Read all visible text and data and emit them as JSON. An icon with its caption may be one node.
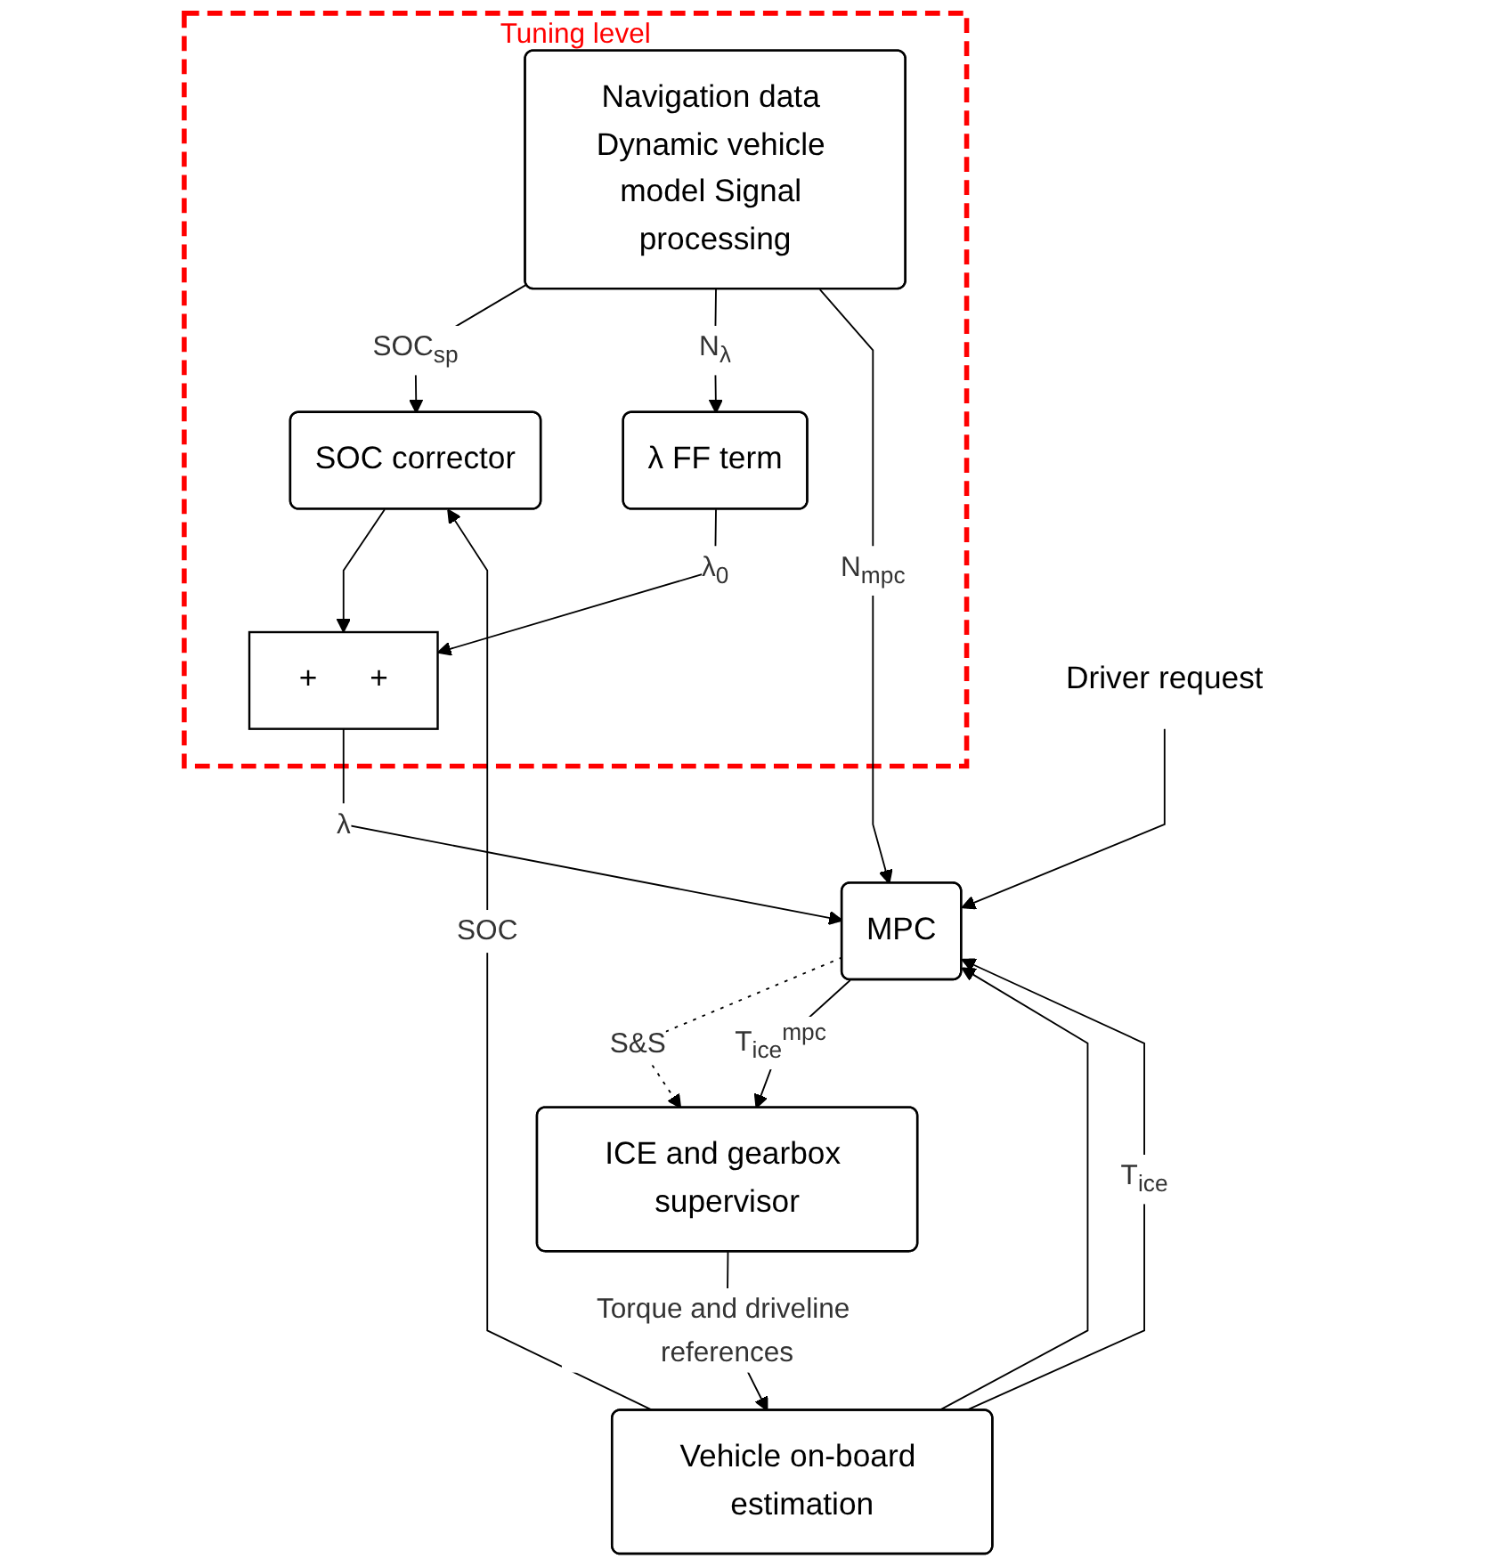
{
  "diagram": {
    "nodes": [
      {
        "text": [
          "Tuning level"
        ]
      },
      {
        "text": [
          "Navigation data Dynamic vehicle model Signal processing"
        ],
        "in": 0
      },
      {
        "text": [
          "λ FF term"
        ],
        "in": 0
      },
      {
        "text": [
          "SOC corrector"
        ],
        "in": 0
      },
      {
        "text": [
          "+",
          "+"
        ],
        "in": 0
      },
      {
        "text": [
          "MPC"
        ]
      },
      {
        "text": [
          "ICE and gearbox supervisor"
        ]
      },
      {
        "text": [
          "Vehicle on-board estimation"
        ]
      },
      {
        "text": [
          "Driver request"
        ]
      }
    ],
    "edges": [
      {
        "from": 1,
        "to": 3,
        "arrow": "to",
        "label": "SOC$_{sp}$"
      },
      {
        "from": 1,
        "to": 2,
        "arrow": "to",
        "label": "N$_{λ}$"
      },
      {
        "from": 2,
        "to": 4,
        "arrow": "to",
        "label": "λ$_{0}$"
      },
      {
        "from": 3,
        "to": 4,
        "arrow": "to"
      },
      {
        "from": 4,
        "to": 5,
        "arrow": "to",
        "label": "λ"
      },
      {
        "from": 1,
        "to": 5,
        "arrow": "to",
        "label": "N$_{mpc}$"
      },
      {
        "from": 7,
        "to": 3,
        "arrow": "to",
        "label": "SOC"
      },
      {
        "from": 7,
        "to": 5,
        "arrow": "to"
      },
      {
        "from": 7,
        "to": 5,
        "arrow": "to",
        "label": "T$_{ice}$"
      },
      {
        "from": 8,
        "to": 5,
        "arrow": "to"
      },
      {
        "from": 5,
        "to": 6,
        "arrow": "to",
        "label": "S&S",
        "style": "dashed"
      },
      {
        "from": 5,
        "to": 6,
        "arrow": "to",
        "label": "T$_{ice}$$^{mpc}$"
      },
      {
        "from": 6,
        "to": 7,
        "arrow": "to",
        "label": "Torque and driveline references"
      }
    ]
  }
}
